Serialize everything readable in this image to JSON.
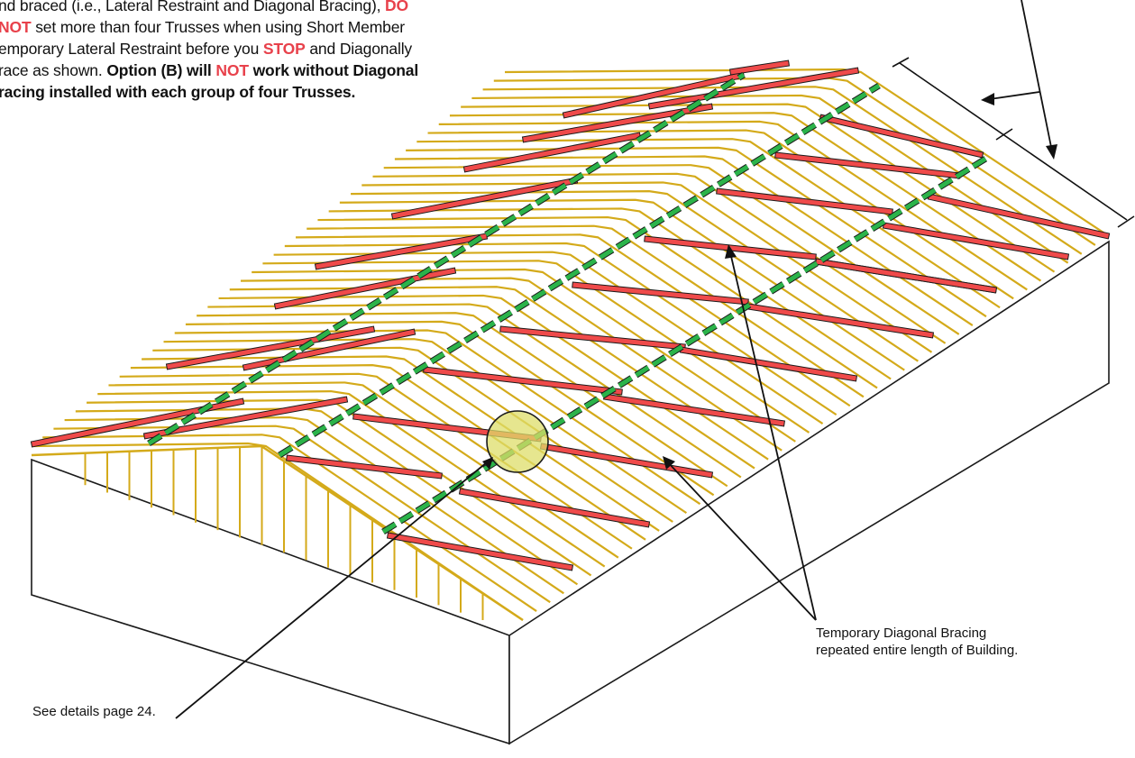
{
  "intro": {
    "l1a": "nd braced (i.e., Lateral Restraint and Diagonal Bracing), ",
    "l1b": "DO",
    "l2a": "NOT",
    "l2b": " set more than four Trusses when using Short Member",
    "l3a": "emporary Lateral Restraint before you ",
    "l3b": "STOP",
    "l3c": " and Diagonally",
    "l4a": "race as shown. ",
    "l4b": "Option (B) will ",
    "l4c": "NOT",
    "l4d": " work without Diagonal",
    "l5": "racing installed with each group of four Trusses."
  },
  "labels": {
    "see_details": "See details page 24.",
    "bracing_line1": "Temporary Diagonal Bracing",
    "bracing_line2": "repeated entire length of Building."
  },
  "colors": {
    "truss": "#d4aa1a",
    "restraint": "#2bb34a",
    "diagonal_brace": "#ef4a4a",
    "highlight": "#dede6a",
    "outline": "#1a1a1a"
  }
}
